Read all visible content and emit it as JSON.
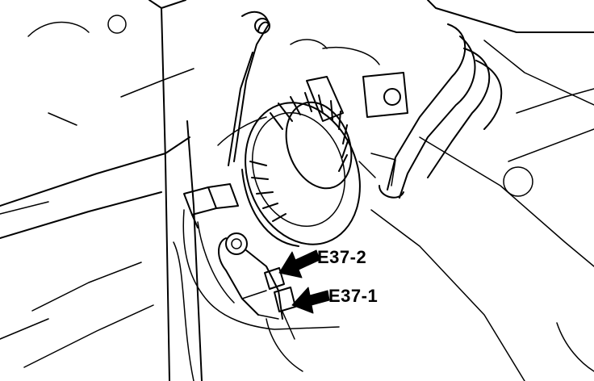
{
  "callouts": [
    {
      "id": "E37-2",
      "text": "E37-2"
    },
    {
      "id": "E37-1",
      "text": "E37-1"
    }
  ],
  "colors": {
    "ink": "#000000",
    "paper": "#ffffff"
  },
  "icons": [
    "callout-arrow-icon"
  ]
}
